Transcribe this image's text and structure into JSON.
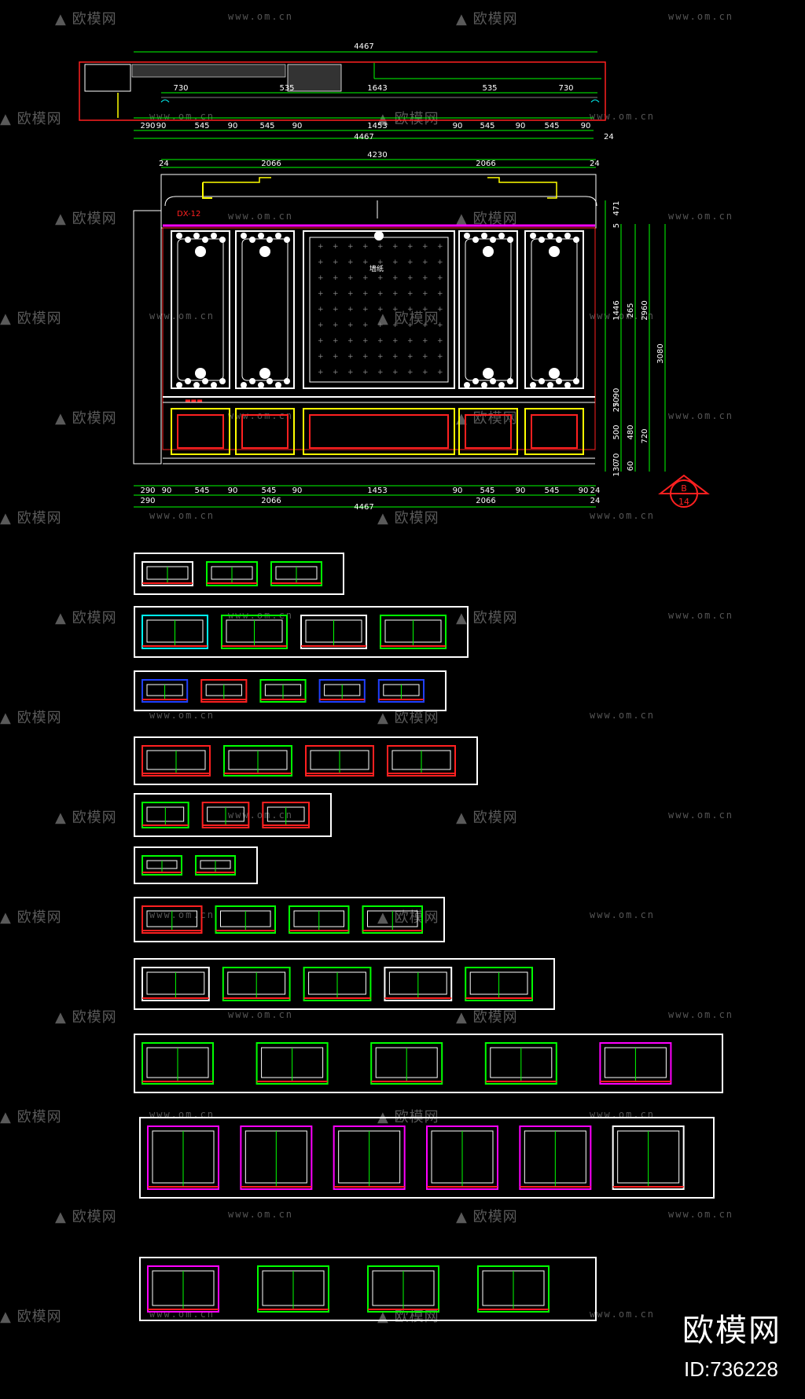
{
  "watermark": {
    "brand": "欧模网",
    "url": "www.om.cn"
  },
  "brand_id": "ID:736228",
  "top_plan": {
    "overall": "4467",
    "upper": [
      "730",
      "535",
      "1643",
      "535",
      "730"
    ],
    "lower": [
      "290",
      "90",
      "545",
      "90",
      "545",
      "90",
      "1453",
      "90",
      "545",
      "90",
      "545",
      "90"
    ],
    "lower_total": "4467",
    "lower_end": "24"
  },
  "elevation": {
    "overall_top": "4230",
    "top_left": "24",
    "top_right": "24",
    "top_segments": [
      "2066",
      "2066"
    ],
    "tag_left": "DX-12",
    "center_label": "墙纸",
    "right_dims": [
      "471",
      "5",
      "1446",
      "265",
      "2960",
      "3080",
      "90",
      "70",
      "25",
      "500",
      "480",
      "720",
      "70",
      "130",
      "60"
    ],
    "bottom_row1": [
      "290",
      "90",
      "545",
      "90",
      "545",
      "90",
      "1453",
      "90",
      "545",
      "90",
      "545",
      "90",
      "24"
    ],
    "bottom_row2": [
      "290",
      "2066",
      "2066",
      "24"
    ],
    "bottom_total": "4467",
    "section_marker": {
      "top": "B",
      "bottom": "14"
    }
  },
  "colors": {
    "green": "#00ff00",
    "red": "#ff2020",
    "yellow": "#ffff00",
    "magenta": "#ff00ff",
    "white": "#ffffff",
    "cyan": "#00ffff",
    "blue": "#2040ff"
  }
}
